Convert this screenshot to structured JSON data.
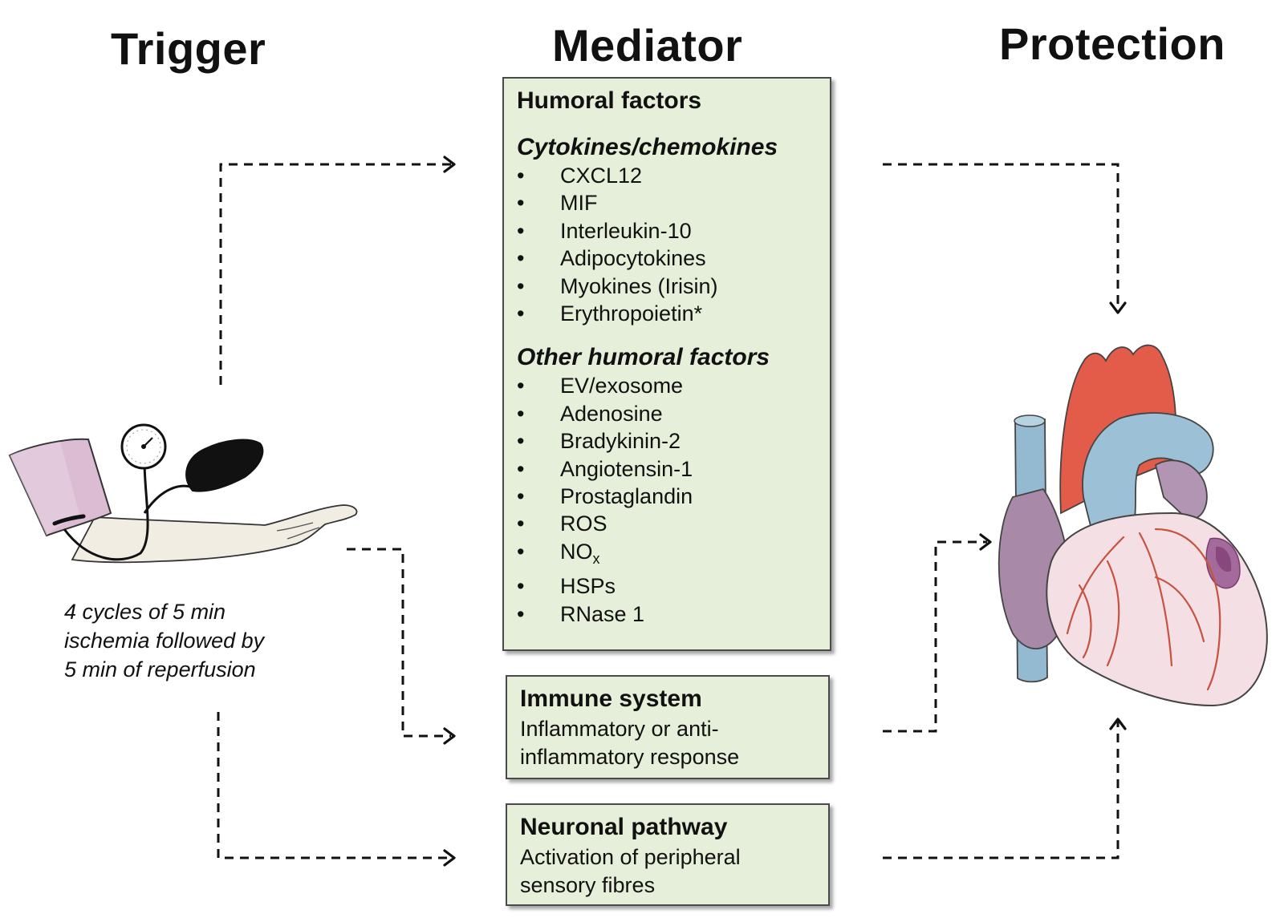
{
  "headings": {
    "trigger": "Trigger",
    "mediator": "Mediator",
    "protection": "Protection"
  },
  "humoral": {
    "title": "Humoral factors",
    "cytokines_title": "Cytokines/chemokines",
    "cytokines": [
      "CXCL12",
      "MIF",
      "Interleukin-10",
      "Adipocytokines",
      "Myokines (Irisin)",
      "Erythropoietin*"
    ],
    "other_title": "Other humoral factors",
    "other": [
      "EV/exosome",
      "Adenosine",
      "Bradykinin-2",
      "Angiotensin-1",
      "Prostaglandin",
      "ROS",
      "NO",
      "HSPs",
      "RNase 1"
    ],
    "nox_subscript": "x"
  },
  "immune": {
    "title": "Immune system",
    "desc_line1": "Inflammatory or anti-",
    "desc_line2": "inflammatory response"
  },
  "neuronal": {
    "title": "Neuronal pathway",
    "desc_line1": "Activation of peripheral",
    "desc_line2": "sensory fibres"
  },
  "trigger_caption": {
    "line1": "4 cycles of 5 min",
    "line2": "ischemia followed by",
    "line3": "5 min of reperfusion"
  },
  "colors": {
    "box_fill": "#e6efd9",
    "arrow": "#111111",
    "aorta": "#e85a48",
    "vessel_blue": "#8fb7cc",
    "heart_pink": "#f3dde2",
    "heart_purple": "#a98aa7",
    "cuff": "#d9b9d0"
  }
}
